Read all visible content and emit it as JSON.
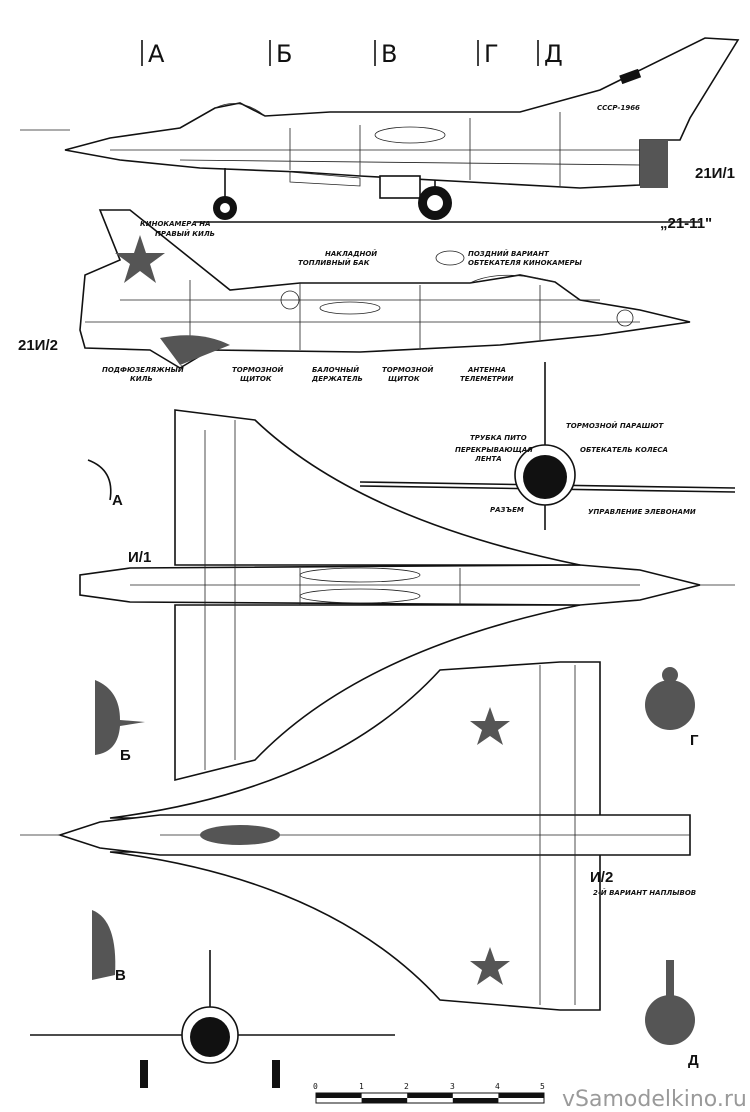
{
  "section_markers": [
    "А",
    "Б",
    "В",
    "Г",
    "Д"
  ],
  "side_view_1": {
    "label": "21И/1",
    "subtitle": "„21-11\"",
    "tail_marking": "СССР-1966"
  },
  "side_view_2": {
    "label": "21И/2",
    "callouts": {
      "camera": [
        "КИНОКАМЕРА НА",
        "ПРАВЫЙ КИЛЬ"
      ],
      "tank": [
        "НАКЛАДНОЙ",
        "ТОПЛИВНЫЙ БАК"
      ],
      "fairing": [
        "ПОЗДНИЙ ВАРИАНТ",
        "ОБТЕКАТЕЛЯ КИНОКАМЕРЫ"
      ],
      "ventral_fin": [
        "ПОДФЮЗЕЛЯЖНЫЙ",
        "КИЛЬ"
      ],
      "brake1": [
        "ТОРМОЗНОЙ",
        "ЩИТОК"
      ],
      "pylon": [
        "БАЛОЧНЫЙ",
        "ДЕРЖАТЕЛЬ"
      ],
      "brake2": [
        "ТОРМОЗНОЙ",
        "ЩИТОК"
      ],
      "antenna": [
        "АНТЕННА",
        "ТЕЛЕМЕТРИИ"
      ]
    }
  },
  "front_view": {
    "callouts": {
      "chute": "ТОРМОЗНОЙ ПАРАШЮТ",
      "pitot": "ТРУБКА ПИТО",
      "strip": [
        "ПЕРЕКРЫВАЮЩАЯ",
        "ЛЕНТА"
      ],
      "wheel_fairing": "ОБТЕКАТЕЛЬ КОЛЕСА",
      "connector": "РАЗЪЕМ",
      "elevons": "УПРАВЛЕНИЕ ЭЛЕВОНАМИ"
    }
  },
  "top_view": {
    "label": "И/1"
  },
  "bottom_view": {
    "label": "И/2",
    "subtitle": "2-Й ВАРИАНТ НАПЛЫВОВ"
  },
  "sections": {
    "a": "А",
    "b": "Б",
    "v": "В",
    "g": "Г",
    "d": "Д"
  },
  "scale": {
    "ticks": [
      "0",
      "1",
      "2",
      "3",
      "4",
      "5"
    ]
  },
  "watermark": "vSamodelkino.ru"
}
